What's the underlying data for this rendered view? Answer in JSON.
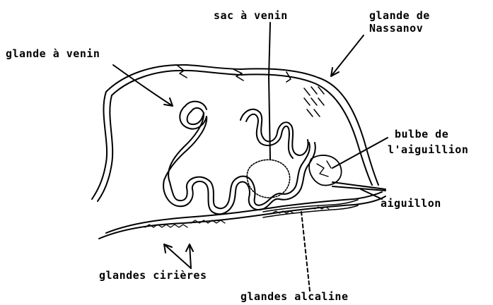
{
  "labels": {
    "sac_venin": "sac à venin",
    "glande_nassanov_1": "glande de",
    "glande_nassanov_2": "Nassanov",
    "glande_venin": "glande à venin",
    "bulbe_1": "bulbe de",
    "bulbe_2": "l'aiguillion",
    "aiguillon": "aiguillon",
    "glandes_cirieres": "glandes cirières",
    "glandes_alcaline": "glandes alcaline"
  },
  "colors": {
    "ink": "#000000",
    "background": "#ffffff"
  }
}
